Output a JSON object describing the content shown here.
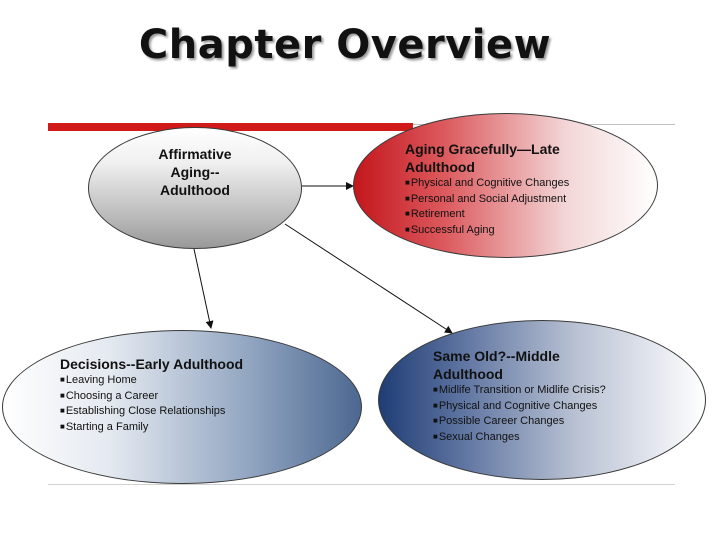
{
  "slide": {
    "title": "Chapter Overview"
  },
  "nodes": {
    "center": {
      "lines": [
        "Affirmative",
        "Aging--",
        "Adulthood"
      ]
    },
    "late": {
      "heading": [
        "Aging Gracefully—Late",
        "Adulthood"
      ],
      "items": [
        "Physical and Cognitive Changes",
        "Personal and Social Adjustment",
        "Retirement",
        "Successful Aging"
      ]
    },
    "early": {
      "heading": [
        "Decisions--Early Adulthood"
      ],
      "items": [
        "Leaving Home",
        "Choosing a Career",
        "Establishing Close Relationships",
        "Starting a Family"
      ]
    },
    "middle": {
      "heading": [
        "Same Old?--Middle",
        "Adulthood"
      ],
      "items": [
        "Midlife Transition or Midlife Crisis?",
        "Physical and Cognitive Changes",
        "Possible Career Changes",
        "Sexual Changes"
      ]
    }
  },
  "colors": {
    "accent_red": "#d11a1a",
    "late_fill": "#c3161c",
    "early_fill": "#4c6790",
    "middle_fill": "#1f3d75"
  }
}
